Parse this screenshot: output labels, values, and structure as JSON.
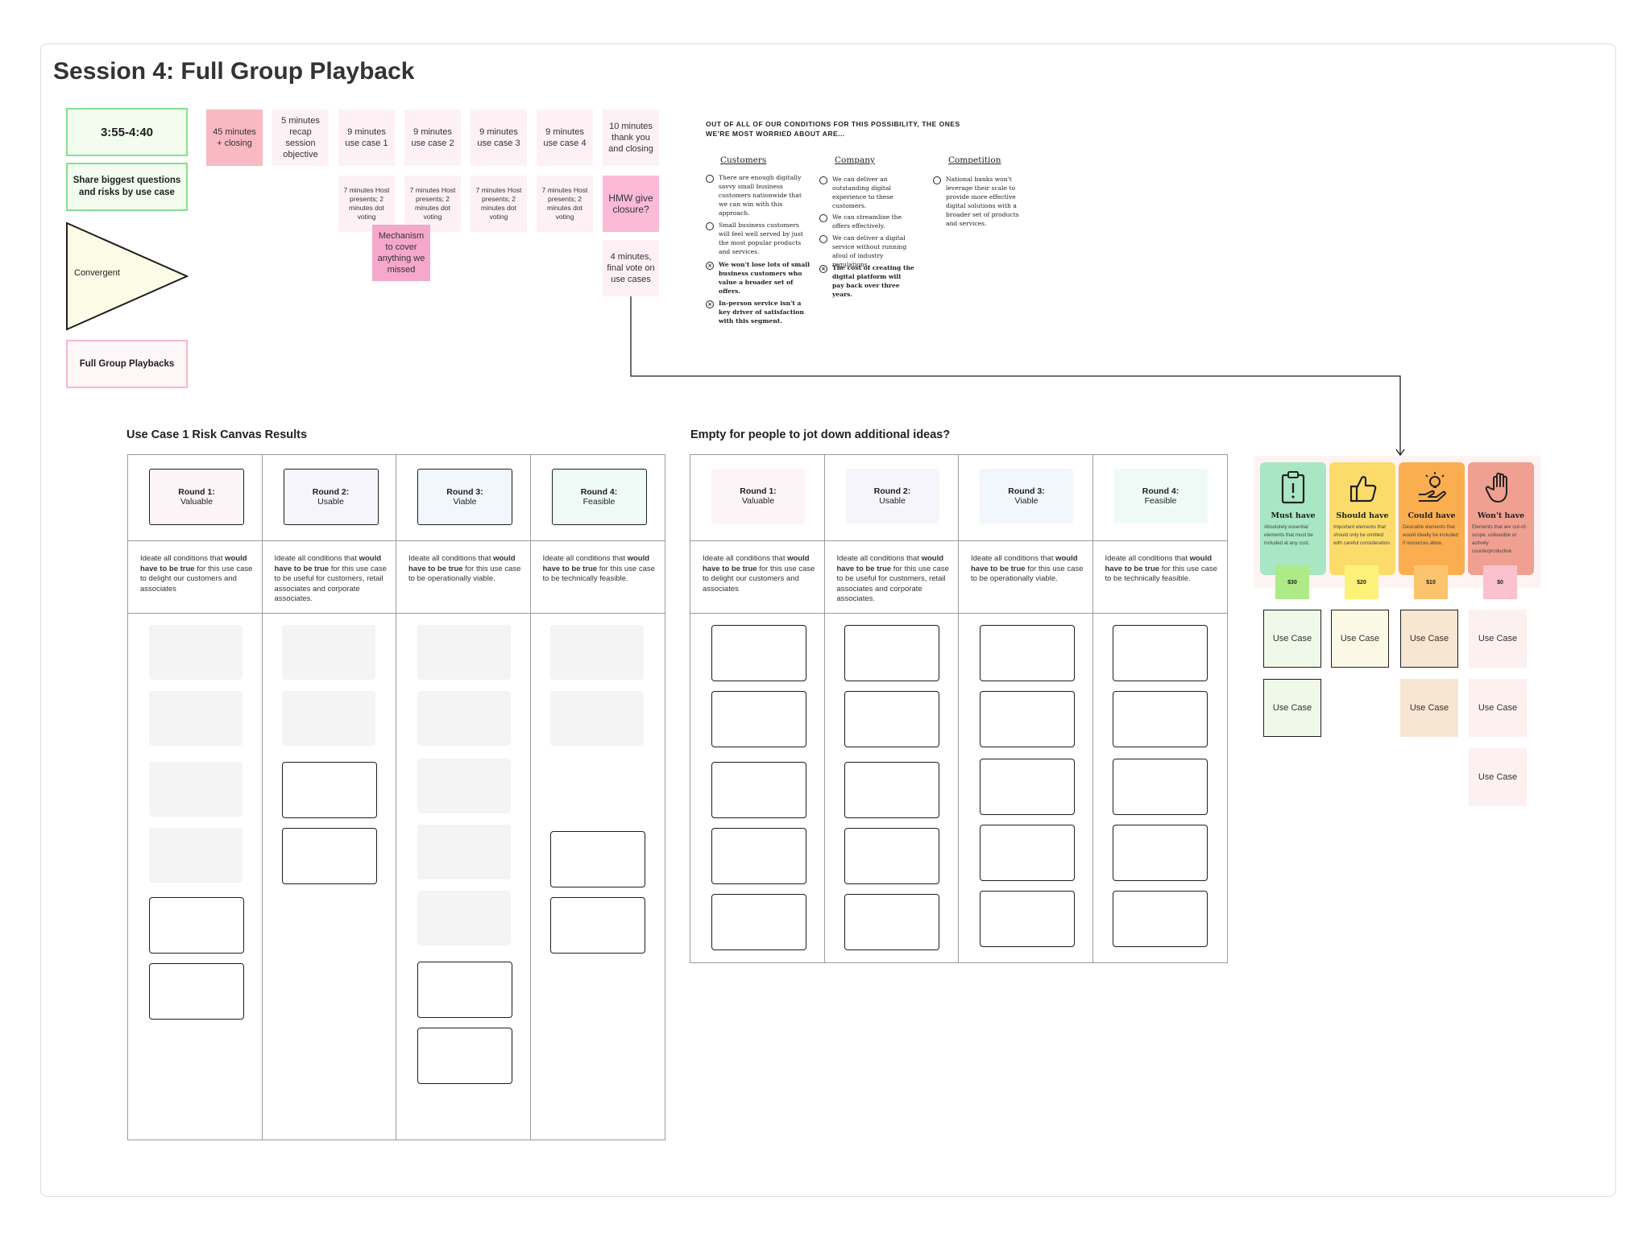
{
  "title": "Session 4: Full Group Playback",
  "left": {
    "time": "3:55-4:40",
    "instruction": "Share biggest questions and risks by use case",
    "triangle": "Convergent",
    "playbacks": "Full Group Playbacks"
  },
  "agenda": {
    "top": [
      "45 minutes + closing",
      "5 minutes recap session objective",
      "9 minutes use case 1",
      "9 minutes use case 2",
      "9 minutes use case 3",
      "9 minutes use case 4",
      "10 minutes thank you and closing"
    ],
    "host": [
      "7 minutes Host presents; 2 minutes dot voting",
      "7 minutes Host presents; 2 minutes dot voting",
      "7 minutes Host presents; 2 minutes dot voting",
      "7 minutes Host presents; 2 minutes dot voting"
    ],
    "hmw": "HMW give closure?",
    "mechanism": "Mechanism to cover anything we missed",
    "final": "4 minutes, final vote on use cases"
  },
  "conditions": {
    "heading": "OUT OF ALL OF OUR CONDITIONS FOR THIS POSSIBILITY, THE ONES WE'RE MOST WORRIED ABOUT ARE...",
    "customers": {
      "title": "Customers",
      "items": [
        "There are enough digitally savvy small business customers nationwide that we can win with this approach.",
        "Small business customers will feel well served by just the most popular products and services.",
        "We won't lose lots of small business customers who value a broader set of offers.",
        "In-person service isn't a key driver of satisfaction with this segment."
      ]
    },
    "company": {
      "title": "Company",
      "items": [
        "We can deliver an outstanding digital experience to these customers.",
        "We can streamline the offers effectively.",
        "We can deliver a digital service without running afoul of industry regulations.",
        "The cost of creating the digital platform will pay back over three years."
      ]
    },
    "competition": {
      "title": "Competition",
      "items": [
        "National banks won't leverage their scale to provide more effective digital solutions with a broader set of products and services."
      ]
    }
  },
  "canvas1": {
    "heading": "Use Case 1 Risk Canvas Results",
    "rounds": [
      {
        "label": "Round 1:",
        "sub": "Valuable"
      },
      {
        "label": "Round 2:",
        "sub": "Usable"
      },
      {
        "label": "Round 3:",
        "sub": "Viable"
      },
      {
        "label": "Round 4:",
        "sub": "Feasible"
      }
    ],
    "desc": [
      {
        "pre": "Ideate all conditions that ",
        "bold": "would have to be true",
        "post": " for this use case to delight our customers and associates"
      },
      {
        "pre": "Ideate all conditions that ",
        "bold": "would have to be true",
        "post": " for this use case to be useful for customers, retail associates and corporate associates."
      },
      {
        "pre": "Ideate all conditions that ",
        "bold": "would have to be true",
        "post": " for this use case to be operationally viable."
      },
      {
        "pre": "Ideate all conditions that ",
        "bold": "would have to be true",
        "post": " for this use case to be technically feasible."
      }
    ]
  },
  "canvas2": {
    "heading": "Empty for people to jot down additional ideas?"
  },
  "moscow": [
    {
      "title": "Must have",
      "desc": "Absolutely essential elements that must be included at any cost.",
      "price": "$30",
      "color": "#a8e6c4",
      "price_color": "#aeea87"
    },
    {
      "title": "Should have",
      "desc": "Important elements that should only be omitted with careful consideration.",
      "price": "$20",
      "color": "#fbdc6b",
      "price_color": "#fcf27a"
    },
    {
      "title": "Could have",
      "desc": "Desirable elements that would ideally be included if resources allow.",
      "price": "$10",
      "color": "#fbae4f",
      "price_color": "#fcc46c"
    },
    {
      "title": "Won't have",
      "desc": "Elements that are out-of-scope, unfeasible or actively counterproductive.",
      "price": "$0",
      "color": "#f0a090",
      "price_color": "#fbc1cc"
    }
  ],
  "use_case_label": "Use Case"
}
